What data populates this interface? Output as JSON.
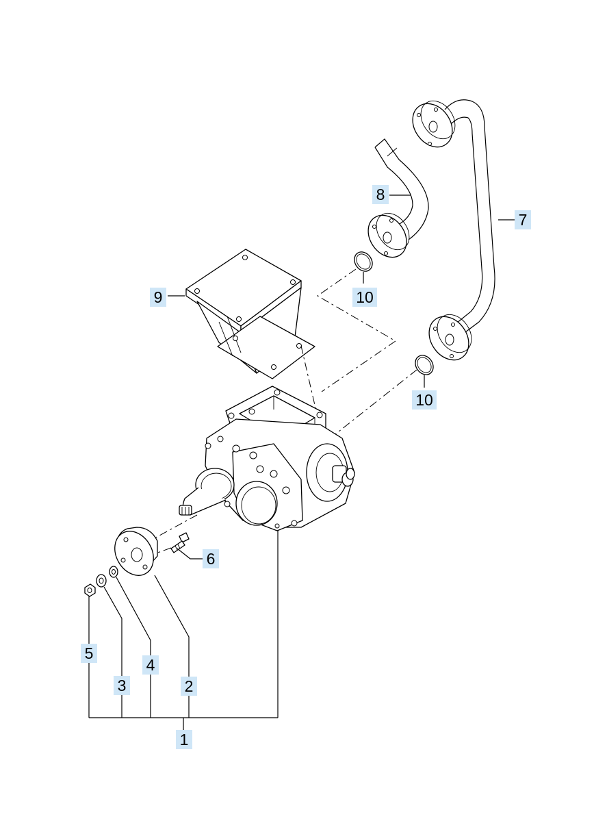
{
  "callouts": [
    {
      "id": "c1",
      "label": "1"
    },
    {
      "id": "c2",
      "label": "2"
    },
    {
      "id": "c3",
      "label": "3"
    },
    {
      "id": "c4",
      "label": "4"
    },
    {
      "id": "c5",
      "label": "5"
    },
    {
      "id": "c6",
      "label": "6"
    },
    {
      "id": "c7",
      "label": "7"
    },
    {
      "id": "c8",
      "label": "8"
    },
    {
      "id": "c9",
      "label": "9"
    },
    {
      "id": "c10a",
      "label": "10"
    },
    {
      "id": "c10b",
      "label": "10"
    }
  ],
  "colors": {
    "callout_bg": "#cfe6f7",
    "line": "#000000",
    "background": "#ffffff"
  }
}
